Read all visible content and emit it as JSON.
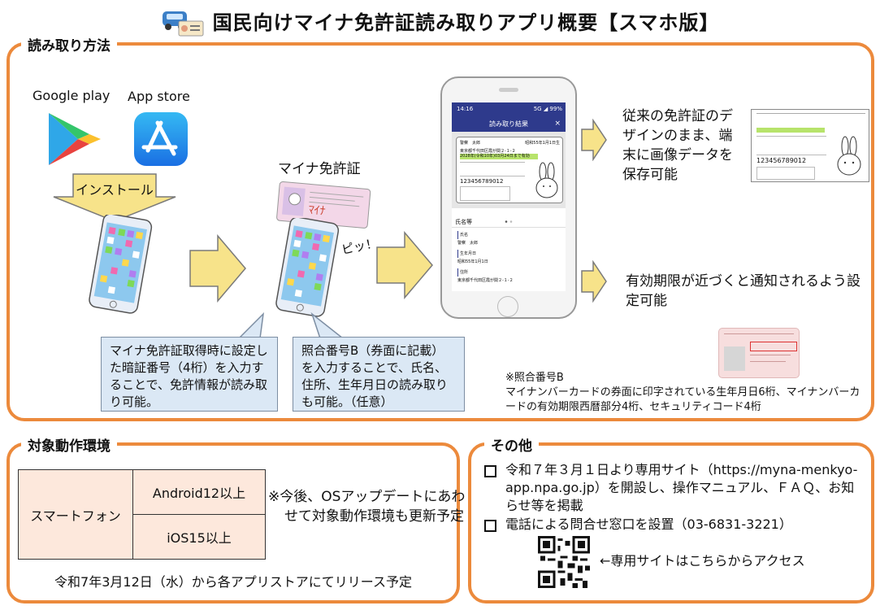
{
  "title": "国民向けマイナ免許証読み取りアプリ概要【スマホ版】",
  "reading": {
    "label": "読み取り方法",
    "google_play": "Google play",
    "app_store": "App store",
    "install": "インストール",
    "myna_license": "マイナ免許証",
    "beep": "ピッ！",
    "callout1": "マイナ免許証取得時に設定した暗証番号（4桁）を入力することで、免許情報が読み取り可能。",
    "callout2": "照合番号B（券面に記載）を入力することで、氏名、住所、生年月日の読み取りも可能。（任意）",
    "desc1": "従来の免許証のデザインのまま、端末に画像データを保存可能",
    "desc2": "有効期限が近づくと通知されるよう設定可能",
    "note_title": "※照合番号B",
    "note_body": "マイナンバーカードの券面に印字されている生年月日6桁、マイナンバーカードの有効期限西暦部分4桁、セキュリティコード4桁",
    "app_screen": {
      "status_time": "14:16",
      "status_right": "5G ◢ 99%",
      "header": "読み取り結果",
      "card_name": "警察　太郎",
      "card_date": "昭和55年1月1日生",
      "card_addr": "東京都千代田区霞が関２-１-２",
      "card_expiry": "2028年(令和10年)03月24日まで有効",
      "card_number": "123456789012",
      "section": "氏名等",
      "name_label": "氏名",
      "name_value": "警察　太郎",
      "dob_label": "生年月日",
      "dob_value": "昭和55年1月1日",
      "addr_label": "住所",
      "addr_value": "東京都千代田区霞が関２-１-２"
    }
  },
  "env": {
    "label": "対象動作環境",
    "device": "スマートフォン",
    "android": "Android12以上",
    "ios": "iOS15以上",
    "note": "※今後、OSアップデートにあわせて対象動作環境も更新予定",
    "release": "令和7年3月12日（水）から各アプリストアにてリリース予定"
  },
  "other": {
    "label": "その他",
    "bullet1": "令和７年３月１日より専用サイト（https://myna-menkyo-app.npa.go.jp）を開設し、操作マニュアル、ＦＡＱ、お知らせ等を掲載",
    "bullet2": "電話による問合せ窓口を設置（03-6831-3221）",
    "qr_caption": "←専用サイトはこちらからアクセス"
  },
  "colors": {
    "panel_border": "#ec8a3c",
    "arrow_fill": "#f7e38a",
    "callout_bg": "#dbe8f5",
    "expiry_green": "#b7e36b",
    "app_header": "#2e3a8c",
    "env_cell_bg": "#fde8dc"
  }
}
